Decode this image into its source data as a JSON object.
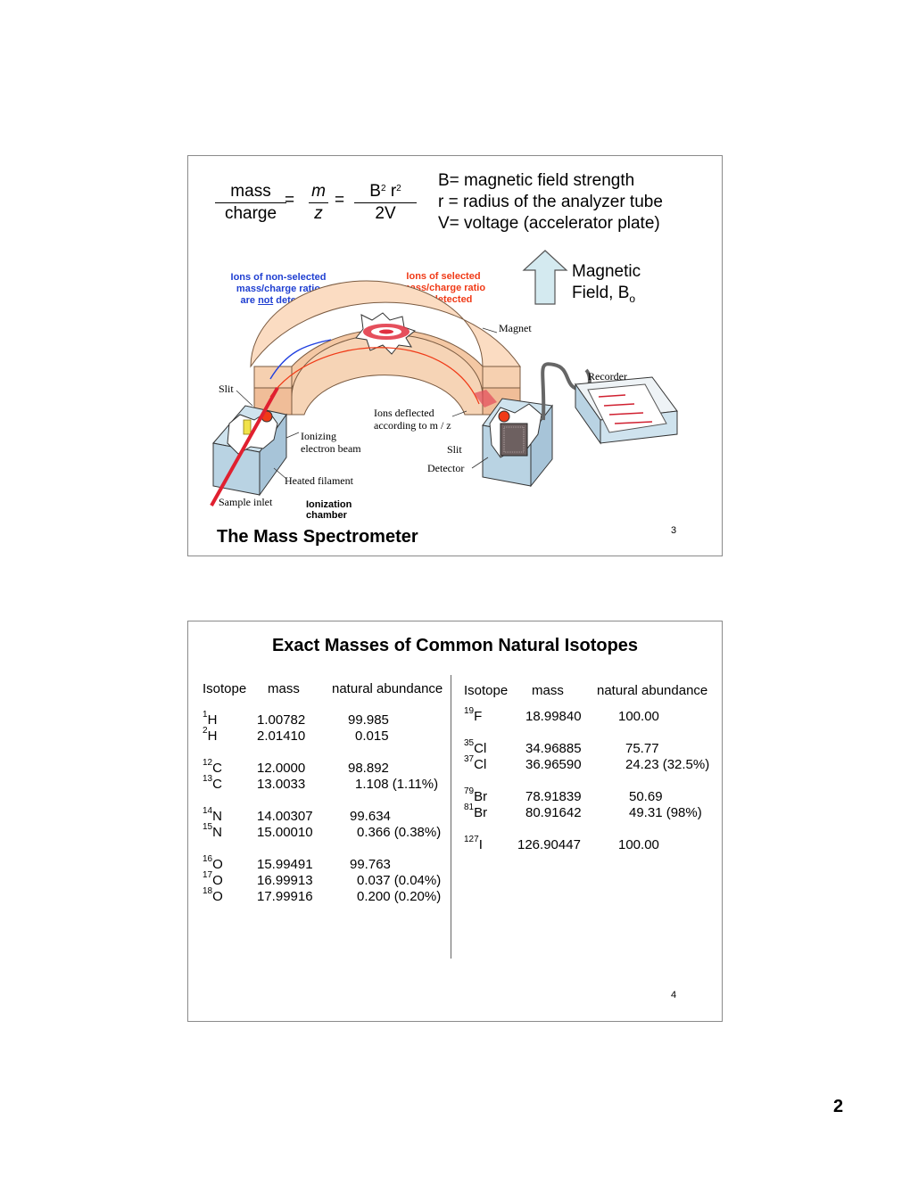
{
  "page_number": "2",
  "slide3": {
    "formula": {
      "left_num": "mass",
      "left_den": "charge",
      "mid_num": "m",
      "mid_den": "z",
      "right_num_b": "B",
      "right_num_b_exp": "2",
      "right_num_r": "r",
      "right_num_r_exp": "2",
      "right_den": "2V",
      "equals": "="
    },
    "definitions": [
      "B= magnetic field strength",
      "r = radius of the analyzer tube",
      "V= voltage (accelerator plate)"
    ],
    "non_selected_label": {
      "line1": "Ions of non-selected",
      "line2": "mass/charge ratio",
      "line3_pre": "are ",
      "line3_not": "not",
      "line3_post": " detected"
    },
    "selected_label": [
      "Ions of selected",
      "mass/charge ratio",
      "are detected"
    ],
    "magnetic_field_label": {
      "line1": "Magnetic",
      "line2": "Field, B",
      "subscript": "o"
    },
    "diagram_labels": {
      "magnet": "Magnet",
      "recorder": "Recorder",
      "slit_left": "Slit",
      "ions_deflected_1": "Ions deflected",
      "ions_deflected_2": "according to m / z",
      "ionizing_1": "Ionizing",
      "ionizing_2": "electron beam",
      "slit_right": "Slit",
      "detector": "Detector",
      "heated_filament": "Heated filament",
      "sample_inlet": "Sample inlet",
      "ionization_1": "Ionization",
      "ionization_2": "chamber"
    },
    "slide_number": "3",
    "title": "The Mass Spectrometer",
    "colors": {
      "blue": "#1f3fd1",
      "red": "#f03a17",
      "magnet": "#f8d8bb",
      "arrow": "#d4eaf0"
    }
  },
  "slide4": {
    "title": "Exact Masses of Common Natural Isotopes",
    "headers_left": [
      "Isotope",
      "mass",
      "natural abundance"
    ],
    "headers_right": [
      "Isotope",
      "mass",
      "natural abundance"
    ],
    "left_rows": [
      {
        "sup": "1",
        "el": "H",
        "mass": "1.00782",
        "abund": "99.985"
      },
      {
        "sup": "2",
        "el": "H",
        "mass": "2.01410",
        "abund": "0.015"
      },
      {
        "sup": "12",
        "el": "C",
        "mass": "12.0000",
        "abund": "98.892"
      },
      {
        "sup": "13",
        "el": "C",
        "mass": "13.0033",
        "abund": "1.108 (1.11%)"
      },
      {
        "sup": "14",
        "el": "N",
        "mass": "14.00307",
        "abund": "99.634"
      },
      {
        "sup": "15",
        "el": "N",
        "mass": "15.00010",
        "abund": "0.366 (0.38%)"
      },
      {
        "sup": "16",
        "el": "O",
        "mass": "15.99491",
        "abund": "99.763"
      },
      {
        "sup": "17",
        "el": "O",
        "mass": "16.99913",
        "abund": "0.037 (0.04%)"
      },
      {
        "sup": "18",
        "el": "O",
        "mass": "17.99916",
        "abund": "0.200 (0.20%)"
      }
    ],
    "right_rows": [
      {
        "sup": "19",
        "el": "F",
        "mass": "18.99840",
        "abund": "100.00"
      },
      {
        "sup": "35",
        "el": "Cl",
        "mass": "34.96885",
        "abund": "75.77"
      },
      {
        "sup": "37",
        "el": "Cl",
        "mass": "36.96590",
        "abund": "24.23 (32.5%)"
      },
      {
        "sup": "79",
        "el": "Br",
        "mass": "78.91839",
        "abund": "50.69"
      },
      {
        "sup": "81",
        "el": "Br",
        "mass": "80.91642",
        "abund": "49.31 (98%)"
      },
      {
        "sup": "127",
        "el": "I",
        "mass": "126.90447",
        "abund": "100.00"
      }
    ],
    "slide_number": "4"
  }
}
